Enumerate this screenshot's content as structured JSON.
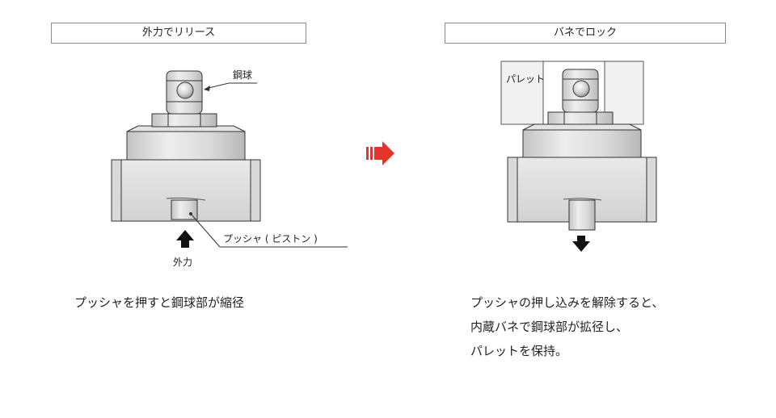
{
  "panels": {
    "left_title": "外力でリリース",
    "right_title": "バネでロック"
  },
  "labels": {
    "ball": "鋼球",
    "pusher": "プッシャ ( ピストン )",
    "external_force": "外力",
    "pallet": "パレット"
  },
  "captions": {
    "left": "プッシャを押すと鋼球部が縮径",
    "right_lines": [
      "プッシャの押し込みを解除すると、",
      "内蔵バネで鋼球部が拡径し、",
      "パレットを保持。"
    ]
  },
  "colors": {
    "arrow_red": "#e8332a",
    "metal_light": "#e6e6e6",
    "metal_mid": "#cfcfcf",
    "metal_dark": "#a8a8a8",
    "outline": "#333333"
  },
  "icons": [
    "up-arrow-icon",
    "down-arrow-icon",
    "right-arrow-icon"
  ]
}
